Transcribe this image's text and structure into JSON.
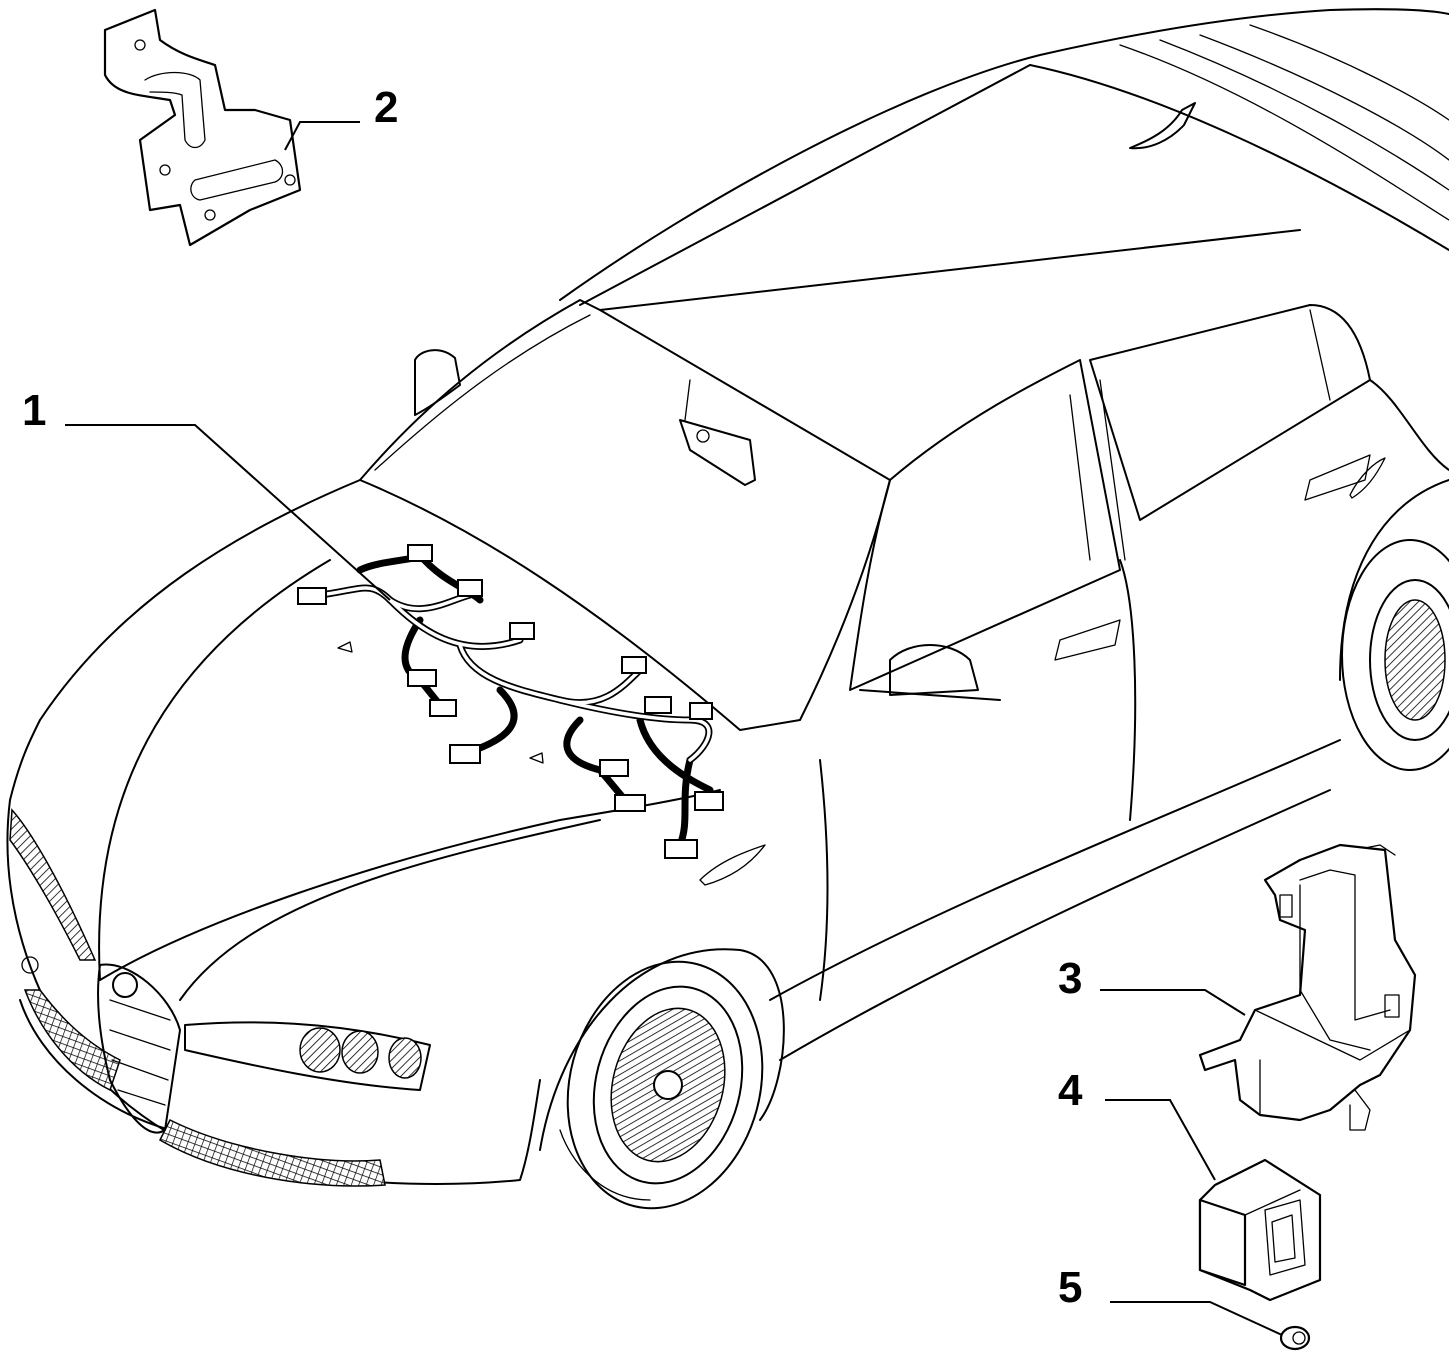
{
  "callouts": [
    {
      "num": "1"
    },
    {
      "num": "2"
    },
    {
      "num": "3"
    },
    {
      "num": "4"
    },
    {
      "num": "5"
    }
  ]
}
